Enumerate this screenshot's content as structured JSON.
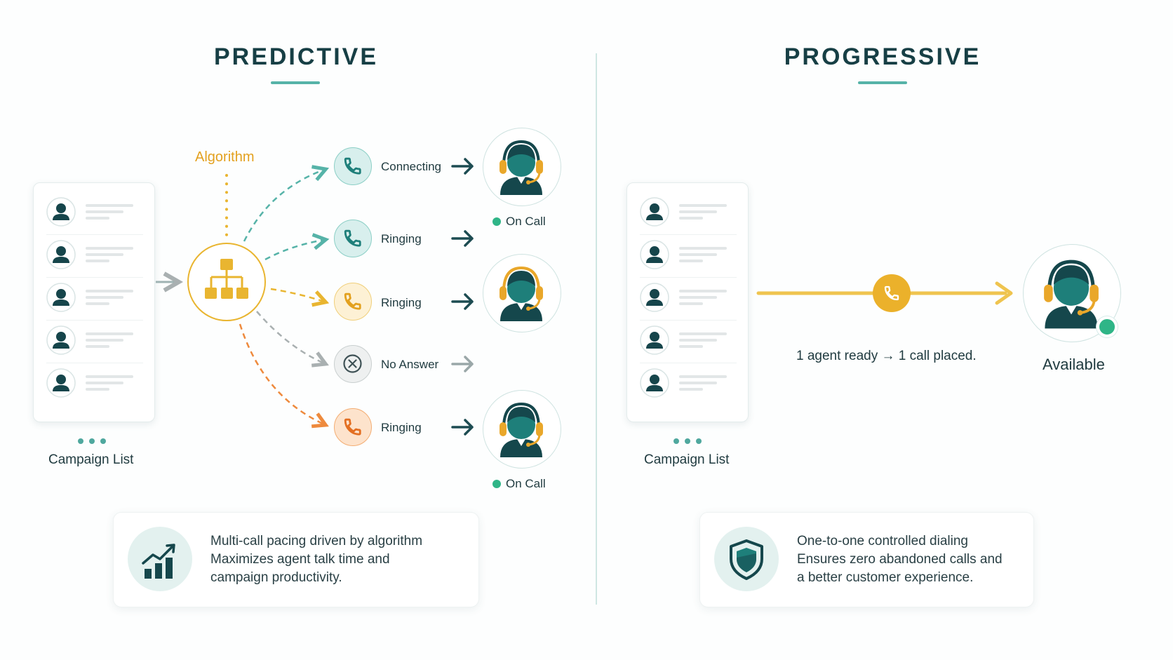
{
  "colors": {
    "teal_dark": "#1d5c60",
    "teal_accent": "#56b3a8",
    "gold": "#e9b530",
    "orange": "#ee8a3d",
    "gray": "#a9b0b1",
    "green_status": "#2fb587"
  },
  "predictive": {
    "heading": "PREDICTIVE",
    "algorithm_label": "Algorithm",
    "campaign_label": "Campaign List",
    "calls": [
      {
        "status": "Connecting",
        "icon": "phone-icon",
        "color": "teal"
      },
      {
        "status": "Ringing",
        "icon": "phone-icon",
        "color": "teal"
      },
      {
        "status": "Ringing",
        "icon": "phone-icon",
        "color": "gold"
      },
      {
        "status": "No Answer",
        "icon": "no-answer-icon",
        "color": "gray"
      },
      {
        "status": "Ringing",
        "icon": "phone-icon",
        "color": "orange"
      }
    ],
    "agents": [
      {
        "status": "On Call"
      },
      {
        "status": ""
      },
      {
        "status": "On Call"
      }
    ],
    "info": {
      "icon": "growth-chart-icon",
      "line1": "Multi-call pacing driven by algorithm",
      "line2": "Maximizes agent talk time and",
      "line3": "campaign productivity."
    }
  },
  "progressive": {
    "heading": "PROGRESSIVE",
    "campaign_label": "Campaign List",
    "flow_caption": "1 agent ready → 1 call placed.",
    "agent_status": "Available",
    "info": {
      "icon": "shield-icon",
      "line1": "One-to-one controlled dialing",
      "line2": "Ensures zero abandoned calls and",
      "line3": "a better customer experience."
    }
  }
}
